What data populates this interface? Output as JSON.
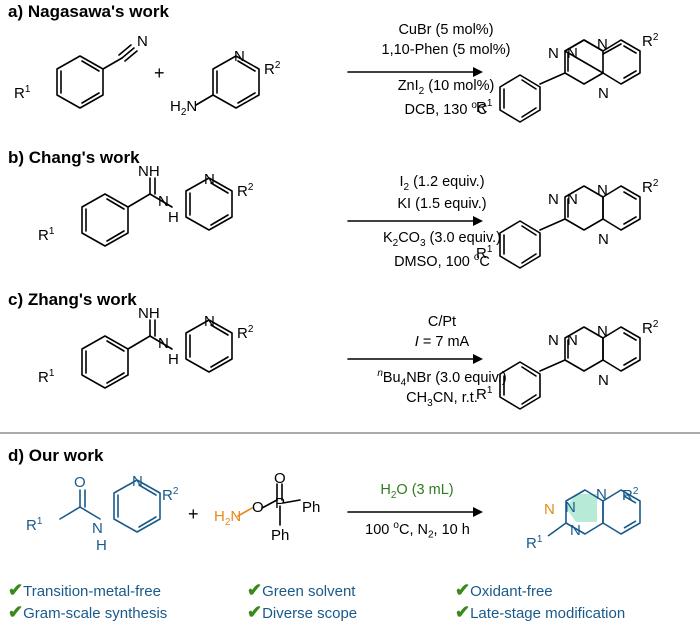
{
  "sections": {
    "a": {
      "title": "a) Nagasawa's work",
      "conditions": [
        "CuBr (5 mol%)",
        "1,10-Phen (5 mol%)",
        "ZnI",
        "(10 mol%)",
        "DCB, 130",
        "C"
      ]
    },
    "b": {
      "title": "b) Chang's work",
      "conditions": [
        "I",
        "(1.2 equiv.)",
        "KI (1.5 equiv.)",
        "K",
        "CO",
        "(3.0 equiv.)",
        "DMSO, 100",
        "C"
      ]
    },
    "c": {
      "title": "c) Zhang's work",
      "conditions": [
        "C/Pt",
        "I",
        " = 7 mA",
        "n",
        "Bu",
        "NBr (3.0 equiv.)",
        "CH",
        "CN, r.t."
      ]
    },
    "d": {
      "title": "d) Our work",
      "conditions": [
        "H",
        "O (3 mL)",
        "100",
        "C, N",
        ", 10 h"
      ]
    }
  },
  "labels": {
    "r1": "R",
    "r2": "R",
    "sup1": "1",
    "sup2": "2",
    "sub2": "2",
    "sub3": "3",
    "sub4": "4",
    "o_deg": "o",
    "N": "N",
    "NH": "NH",
    "H": "H",
    "H2N": "H",
    "O": "O",
    "P": "P",
    "Ph": "Ph",
    "plus": "+"
  },
  "benefits": [
    "Transition-metal-free",
    "Gram-scale synthesis",
    "Green solvent",
    "Diverse scope",
    "Oxidant-free",
    "Late-stage modification"
  ],
  "colors": {
    "blue": "#1a5a8a",
    "green": "#2e7d1e",
    "orange": "#e68a1a",
    "highlight": "#b8ead8",
    "check": "#3a8a1a",
    "text_blue": "#1a5a8a"
  }
}
